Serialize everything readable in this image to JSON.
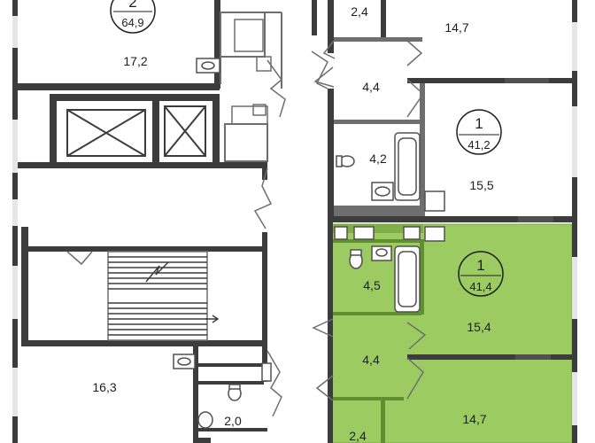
{
  "colors": {
    "wall": "#3c3c3c",
    "thin_wall": "#6e6e6e",
    "highlight": "#9ccb62",
    "highlight_edge": "#7fae45",
    "window": "#e6e6e6",
    "fixture": "#505050"
  },
  "apartments": {
    "top_left": {
      "rooms": "2",
      "area": "64,9"
    },
    "top_right": {
      "rooms": "1",
      "area": "41,2"
    },
    "highlighted": {
      "rooms": "1",
      "area": "41,4"
    }
  },
  "room_areas": {
    "tl_living": "17,2",
    "tr_small": "2,4",
    "tr_room": "14,7",
    "tr_hall": "4,4",
    "tr_bath": "4,2",
    "tr_main": "15,5",
    "hl_bath": "4,5",
    "hl_main": "15,4",
    "hl_hall": "4,4",
    "hl_room": "14,7",
    "hl_small": "2,4",
    "bl_room": "16,3",
    "bl_wc": "2,0"
  }
}
